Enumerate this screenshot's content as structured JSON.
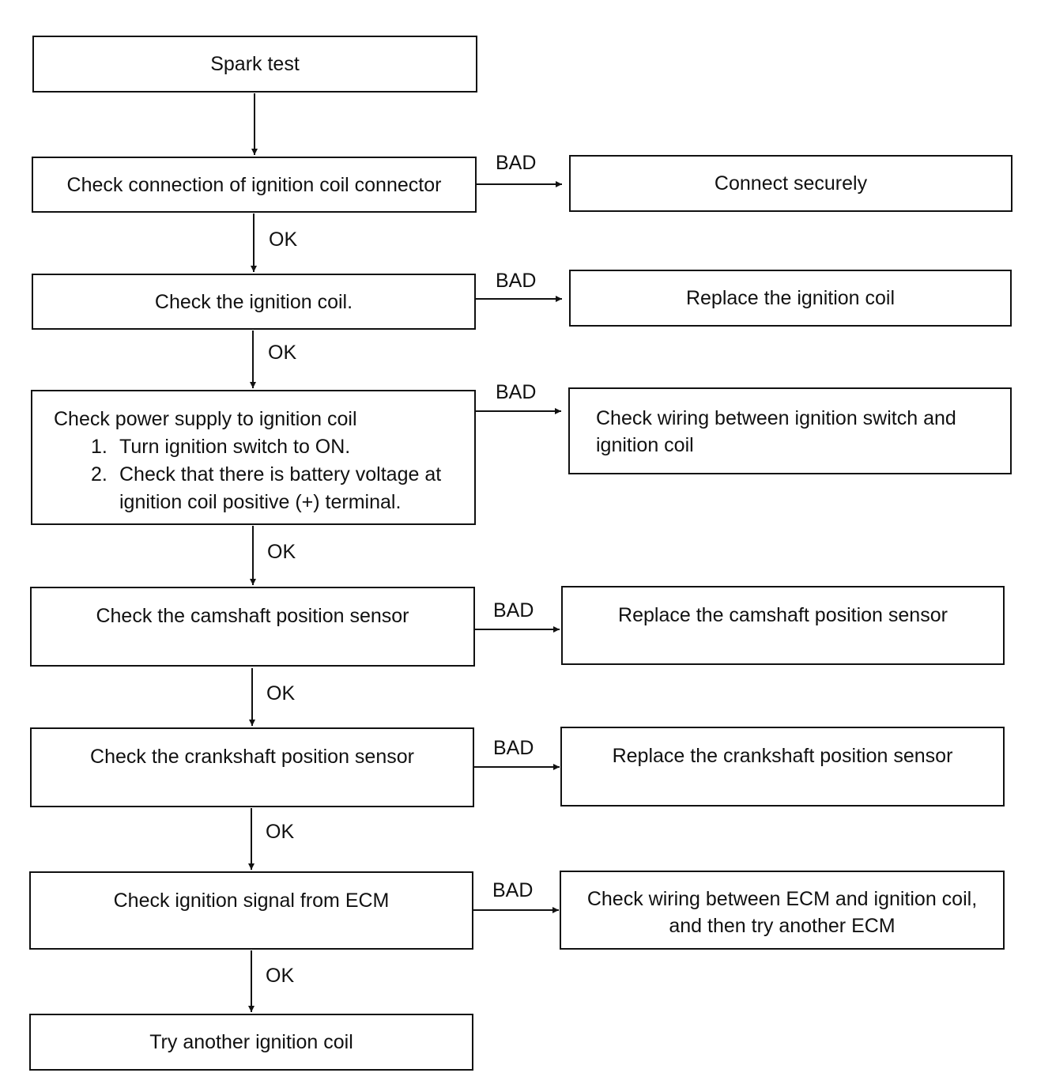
{
  "flowchart": {
    "nodes": {
      "spark_test": "Spark test",
      "check_connector": "Check connection of ignition coil connector",
      "connect_securely": "Connect securely",
      "check_coil": "Check the ignition coil.",
      "replace_coil": "Replace the ignition coil",
      "check_power": {
        "title": "Check power supply to ignition coil",
        "steps": [
          {
            "num": "1.",
            "line1": "Turn ignition switch to ON.",
            "line2": ""
          },
          {
            "num": "2.",
            "line1": "Check that there is battery voltage at",
            "line2": "ignition coil positive (+) terminal."
          }
        ]
      },
      "check_wiring_switch": {
        "line1": "Check wiring between ignition switch and",
        "line2": "ignition coil"
      },
      "check_camshaft": "Check the camshaft position sensor",
      "replace_camshaft": "Replace the camshaft position sensor",
      "check_crankshaft": "Check the crankshaft position sensor",
      "replace_crankshaft": "Replace the crankshaft position sensor",
      "check_signal": "Check ignition signal from ECM",
      "check_wiring_ecm": {
        "line1": "Check wiring between ECM and ignition coil,",
        "line2": "and then try another ECM"
      },
      "try_another_coil": "Try another ignition coil"
    },
    "edge_labels": {
      "ok": "OK",
      "bad": "BAD"
    }
  }
}
